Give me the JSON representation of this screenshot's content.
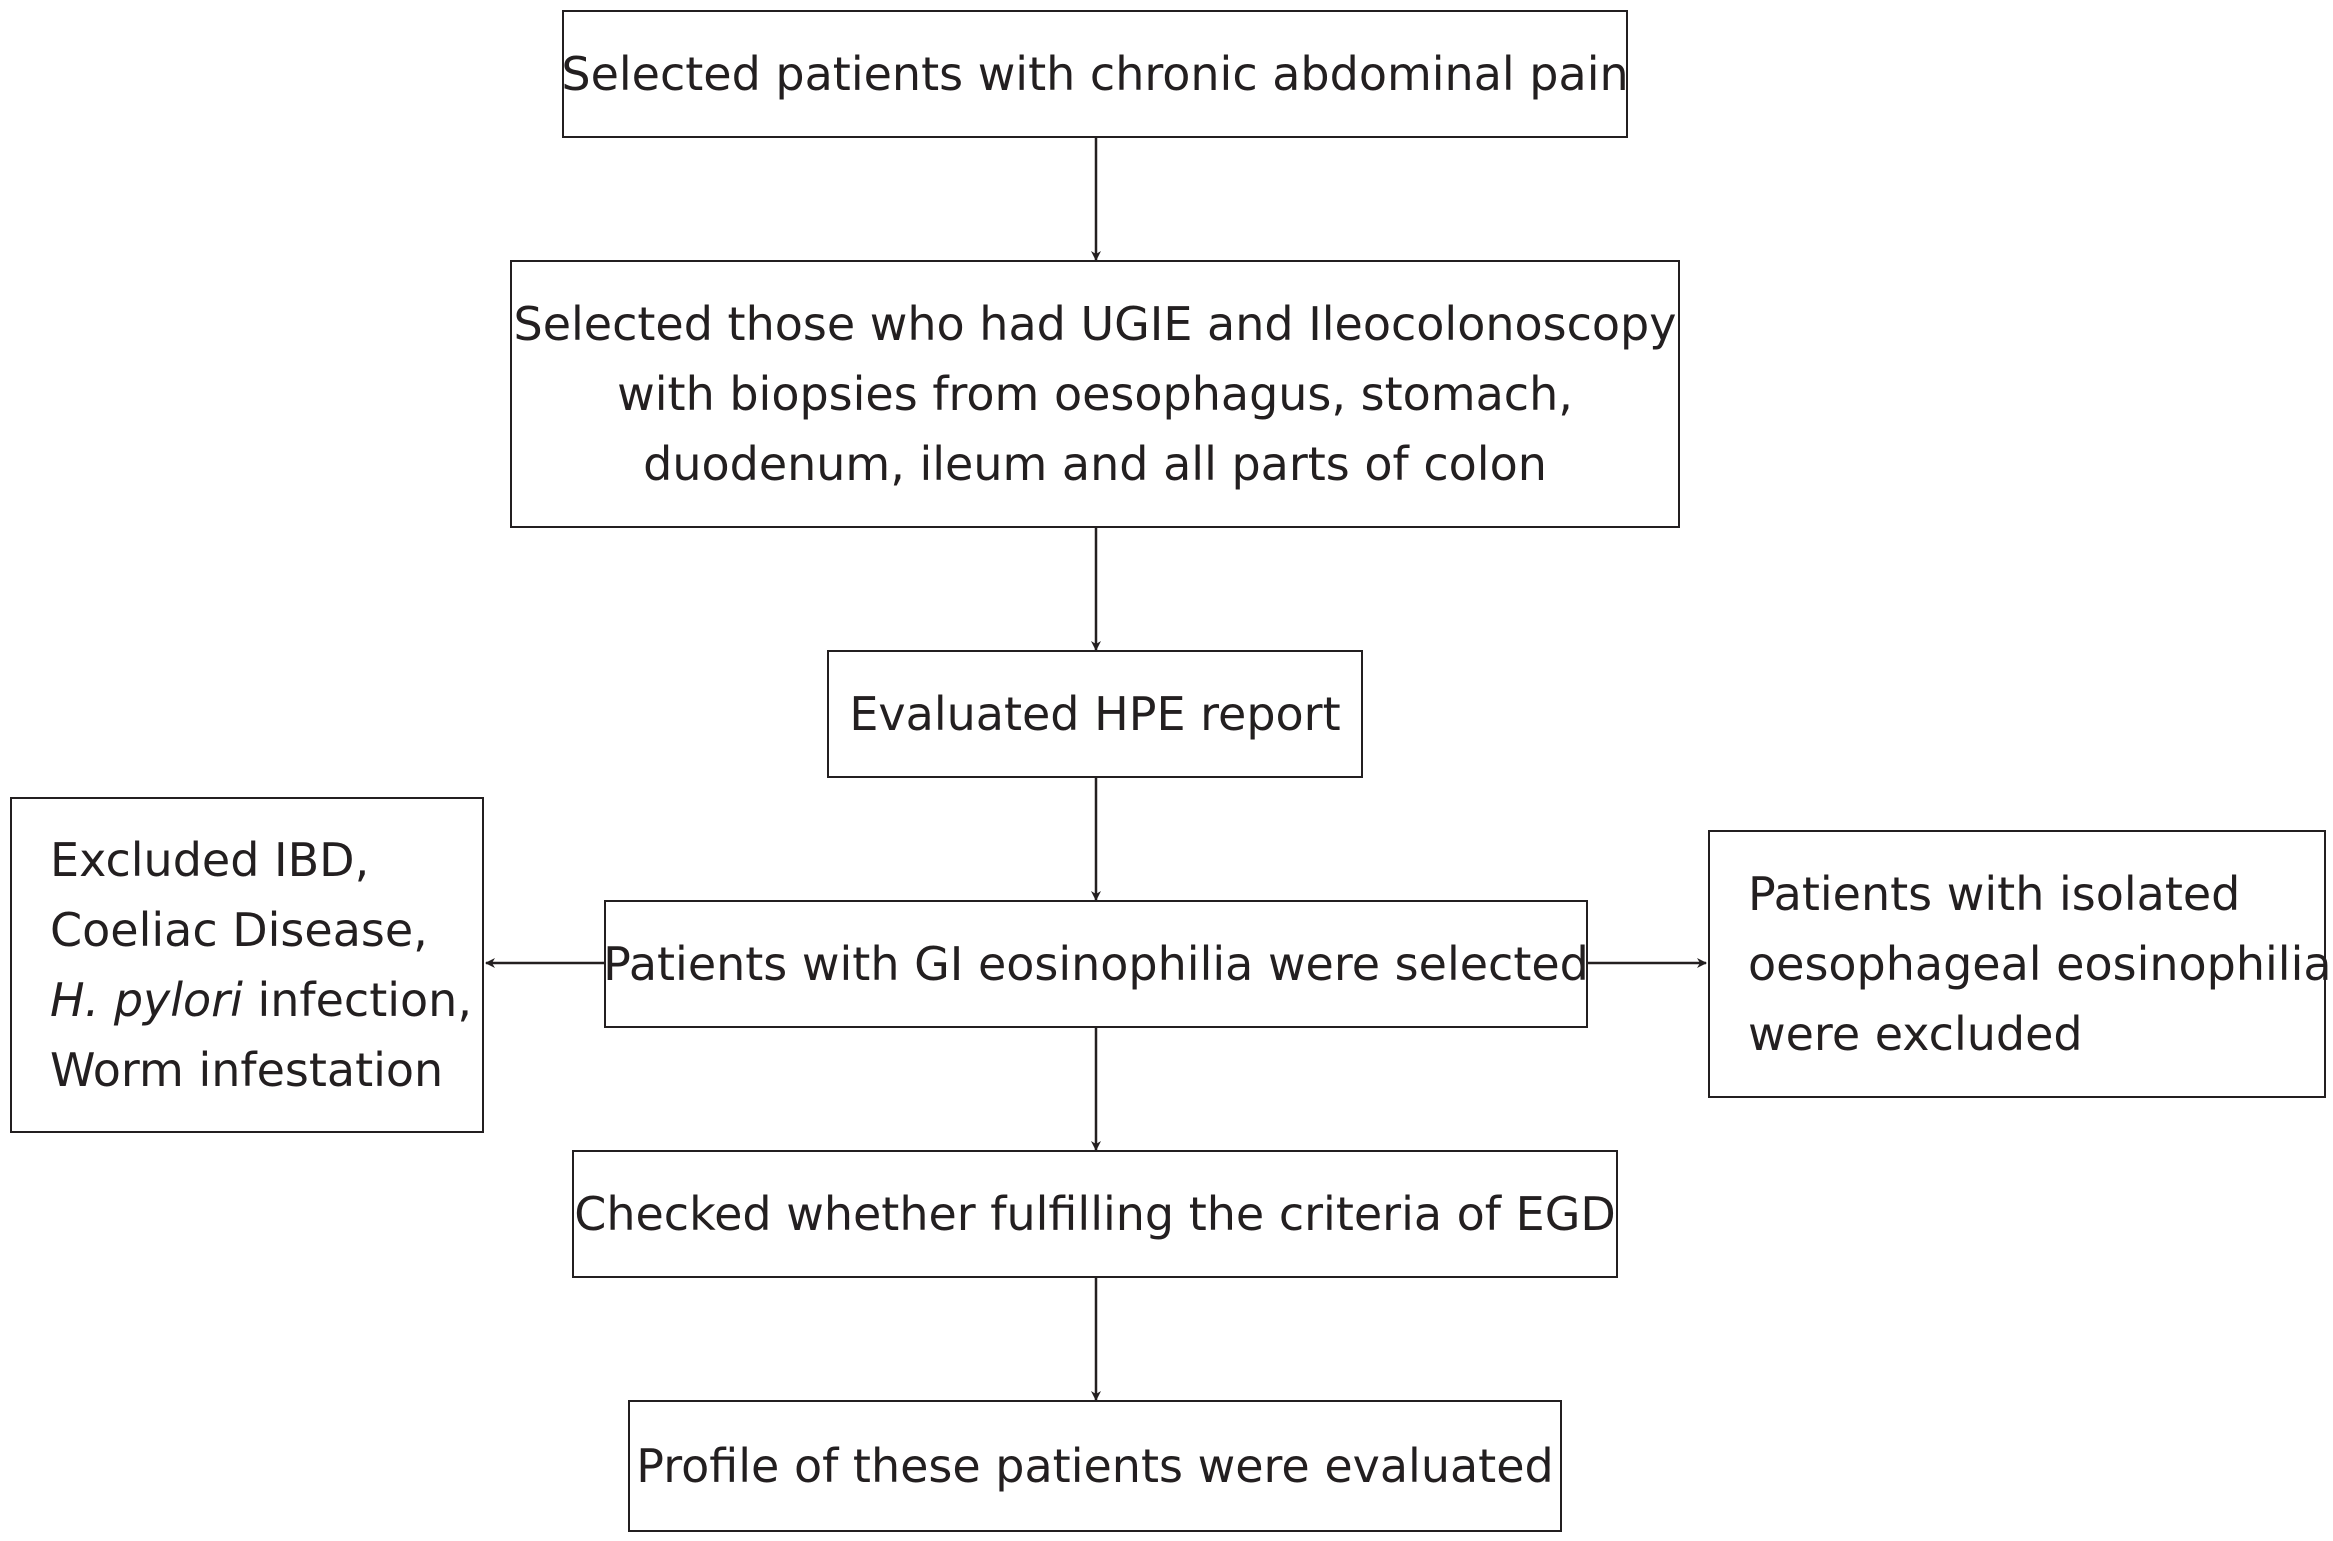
{
  "flowchart": {
    "start": {
      "lines": [
        "Selected patients with chronic abdominal pain"
      ]
    },
    "endoscopy": {
      "lines": [
        "Selected those who had UGIE and Ileocolonoscopy",
        "with biopsies from oesophagus, stomach,",
        "duodenum, ileum and all parts of colon"
      ]
    },
    "hpe": {
      "lines": [
        "Evaluated HPE report"
      ]
    },
    "gi_eosinophilia": {
      "lines": [
        "Patients with GI eosinophilia were selected"
      ]
    },
    "excluded_left": {
      "line1": "Excluded IBD,",
      "line2": "Coeliac Disease,",
      "line3_italic": "H. pylori",
      "line3_rest": " infection,",
      "line4": "Worm infestation"
    },
    "excluded_right": {
      "lines": [
        "Patients with isolated",
        "oesophageal eosinophilia",
        "were excluded"
      ]
    },
    "criteria": {
      "lines": [
        "Checked whether fulfilling the criteria of EGD"
      ]
    },
    "profile": {
      "lines": [
        "Profile of these patients were evaluated"
      ]
    }
  },
  "colors": {
    "stroke": "#231f20",
    "background": "#ffffff"
  }
}
